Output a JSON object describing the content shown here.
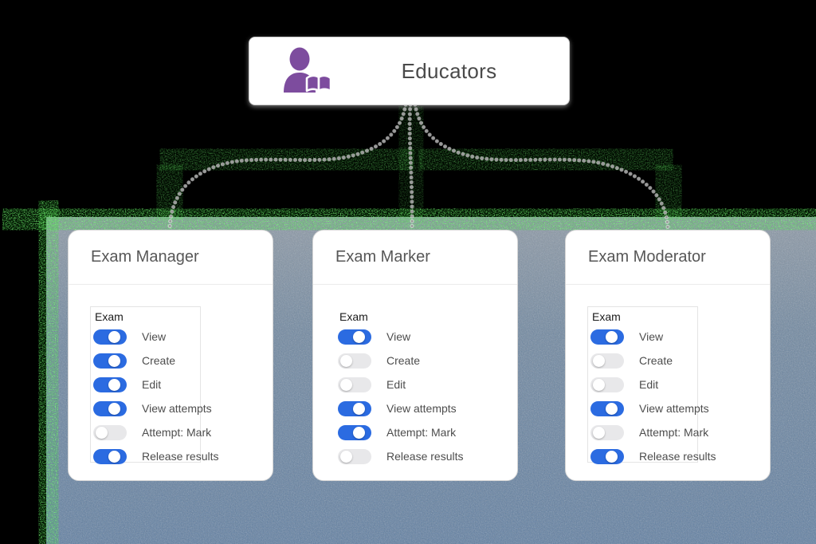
{
  "diagram": {
    "root": {
      "title": "Educators",
      "icon": "educators-person-book-icon"
    },
    "roles": [
      {
        "title": "Exam Manager",
        "section_label": "Exam",
        "panel_bordered": true,
        "permissions": [
          {
            "label": "View",
            "enabled": true
          },
          {
            "label": "Create",
            "enabled": true
          },
          {
            "label": "Edit",
            "enabled": true
          },
          {
            "label": "View attempts",
            "enabled": true
          },
          {
            "label": "Attempt: Mark",
            "enabled": false
          },
          {
            "label": "Release results",
            "enabled": true
          }
        ]
      },
      {
        "title": "Exam Marker",
        "section_label": "Exam",
        "panel_bordered": false,
        "permissions": [
          {
            "label": "View",
            "enabled": true
          },
          {
            "label": "Create",
            "enabled": false
          },
          {
            "label": "Edit",
            "enabled": false
          },
          {
            "label": "View attempts",
            "enabled": true
          },
          {
            "label": "Attempt: Mark",
            "enabled": true
          },
          {
            "label": "Release results",
            "enabled": false
          }
        ]
      },
      {
        "title": "Exam Moderator",
        "section_label": "Exam",
        "panel_bordered": true,
        "permissions": [
          {
            "label": "View",
            "enabled": true
          },
          {
            "label": "Create",
            "enabled": false
          },
          {
            "label": "Edit",
            "enabled": false
          },
          {
            "label": "View attempts",
            "enabled": true
          },
          {
            "label": "Attempt: Mark",
            "enabled": false
          },
          {
            "label": "Release results",
            "enabled": true
          }
        ]
      }
    ],
    "colors": {
      "toggle_on": "#2b6be1",
      "toggle_off": "#e8e8ea",
      "icon_purple": "#7d4c9e",
      "connector_dot": "#9b9b9b",
      "noise_blue_top": "#8b98a6",
      "noise_blue_bottom": "#5d7da2",
      "noise_green": "#2ecc2e"
    }
  }
}
